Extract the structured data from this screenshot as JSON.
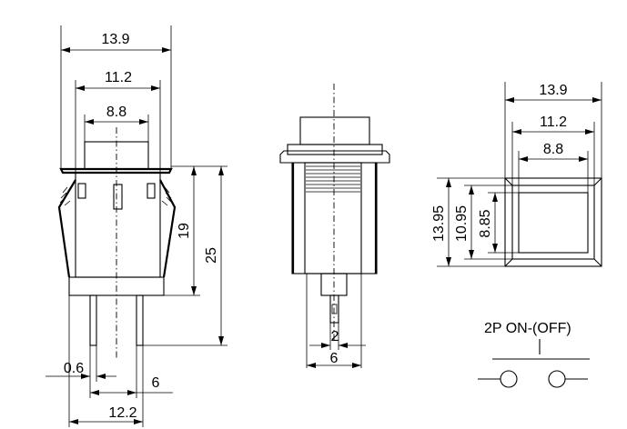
{
  "views": {
    "front": {
      "dims": {
        "width_outer": "13.9",
        "width_body": "11.2",
        "width_cap": "8.8",
        "height_body": "19",
        "height_total": "25",
        "terminal_thickness": "0.6",
        "terminal_offset": "6",
        "terminal_pitch": "12.2"
      }
    },
    "side": {
      "dims": {
        "terminal_width": "2",
        "terminal_span": "6"
      }
    },
    "top": {
      "dims": {
        "width_outer": "13.9",
        "width_body": "11.2",
        "width_cap": "8.8",
        "height_outer": "13.95",
        "height_body": "10.95",
        "height_cap": "8.85"
      }
    }
  },
  "schematic": {
    "label": "2P  ON-(OFF)"
  }
}
